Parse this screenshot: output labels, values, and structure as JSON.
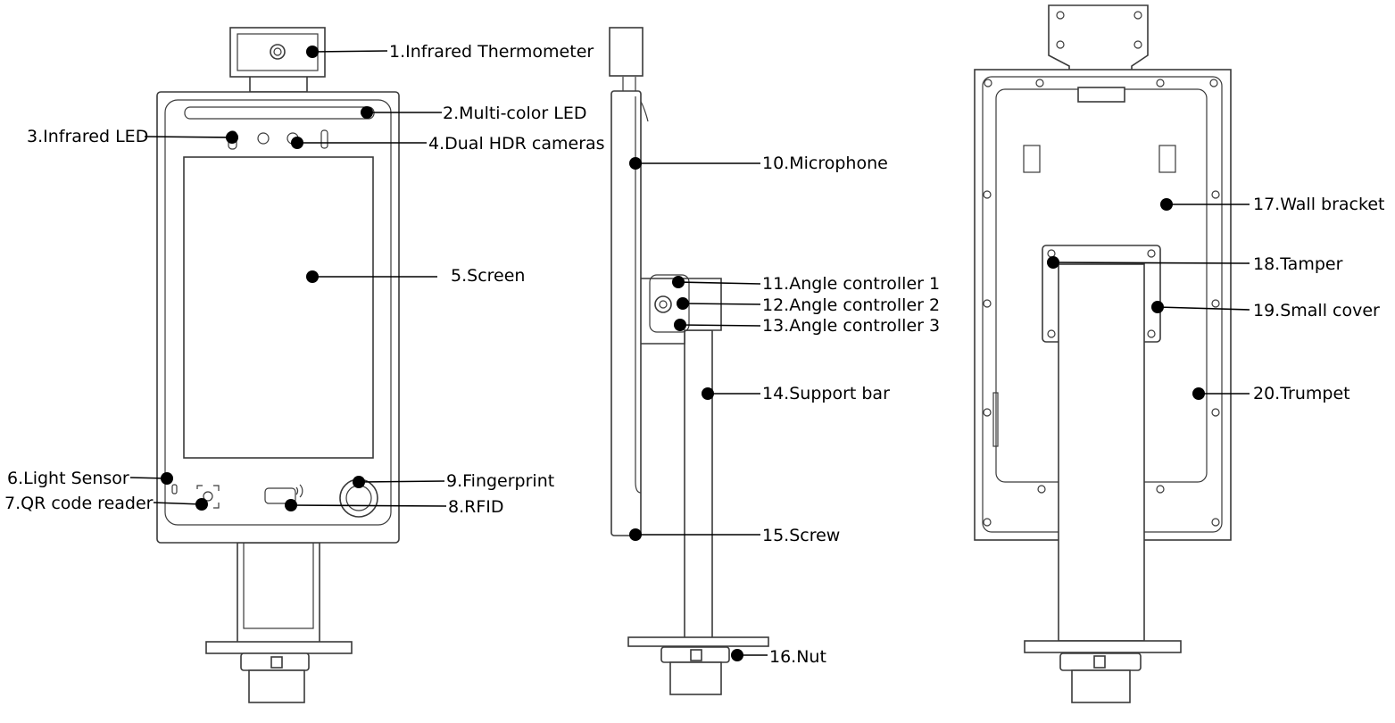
{
  "labels": {
    "l1": "1.Infrared Thermometer",
    "l2": "2.Multi-color LED",
    "l3": "3.Infrared LED",
    "l4": "4.Dual HDR cameras",
    "l5": "5.Screen",
    "l6": "6.Light Sensor",
    "l7": "7.QR code reader",
    "l8": "8.RFID",
    "l9": "9.Fingerprint",
    "l10": "10.Microphone",
    "l11": "11.Angle controller 1",
    "l12": "12.Angle controller 2",
    "l13": "13.Angle controller 3",
    "l14": "14.Support bar",
    "l15": "15.Screw",
    "l16": "16.Nut",
    "l17": "17.Wall bracket",
    "l18": "18.Tamper",
    "l19": "19.Small cover",
    "l20": "20.Trumpet"
  },
  "colors": {
    "line": "#000000",
    "outline": "#3a3a3a",
    "background": "#ffffff"
  }
}
